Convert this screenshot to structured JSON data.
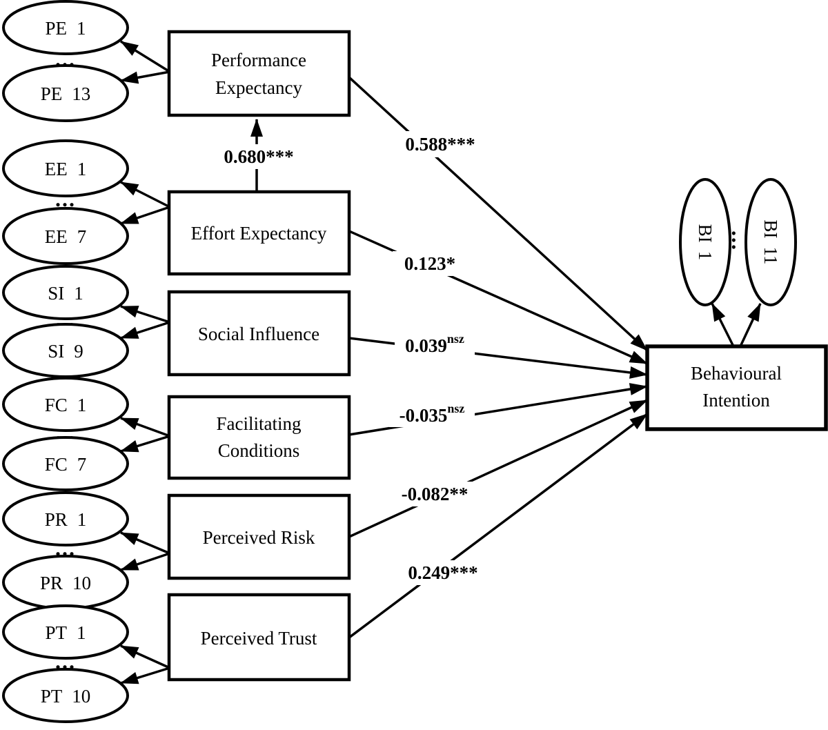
{
  "ellipsis": "...",
  "constructs": [
    {
      "label_lines": [
        "Performance",
        "Expectancy"
      ],
      "indicators": {
        "first": {
          "code": "PE",
          "num": "1"
        },
        "last": {
          "code": "PE",
          "num": "13"
        }
      },
      "path_to_bi": {
        "value": "0.588",
        "sig": "***"
      }
    },
    {
      "label_lines": [
        "Effort Expectancy"
      ],
      "indicators": {
        "first": {
          "code": "EE",
          "num": "1"
        },
        "last": {
          "code": "EE",
          "num": "7"
        }
      },
      "path_to_bi": {
        "value": "0.123",
        "sig": "*"
      },
      "path_to_pe": {
        "value": "0.680",
        "sig": "***"
      }
    },
    {
      "label_lines": [
        "Social Influence"
      ],
      "indicators": {
        "first": {
          "code": "SI",
          "num": "1"
        },
        "last": {
          "code": "SI",
          "num": "9"
        }
      },
      "path_to_bi": {
        "value": "0.039",
        "sig": "nsz"
      }
    },
    {
      "label_lines": [
        "Facilitating",
        "Conditions"
      ],
      "indicators": {
        "first": {
          "code": "FC",
          "num": "1"
        },
        "last": {
          "code": "FC",
          "num": "7"
        }
      },
      "path_to_bi": {
        "value": "-0.035",
        "sig": "nsz"
      }
    },
    {
      "label_lines": [
        "Perceived Risk"
      ],
      "indicators": {
        "first": {
          "code": "PR",
          "num": "1"
        },
        "last": {
          "code": "PR",
          "num": "10"
        }
      },
      "path_to_bi": {
        "value": "-0.082",
        "sig": "**"
      }
    },
    {
      "label_lines": [
        "Perceived Trust"
      ],
      "indicators": {
        "first": {
          "code": "PT",
          "num": "1"
        },
        "last": {
          "code": "PT",
          "num": "10"
        }
      },
      "path_to_bi": {
        "value": "0.249",
        "sig": "***"
      }
    }
  ],
  "outcome": {
    "label_lines": [
      "Behavioural",
      "Intention"
    ],
    "indicators": {
      "first": {
        "code": "BI",
        "num": "1"
      },
      "last": {
        "code": "BI",
        "num": "11"
      }
    }
  },
  "colors": {
    "ink": "#000000",
    "background": "#ffffff"
  }
}
